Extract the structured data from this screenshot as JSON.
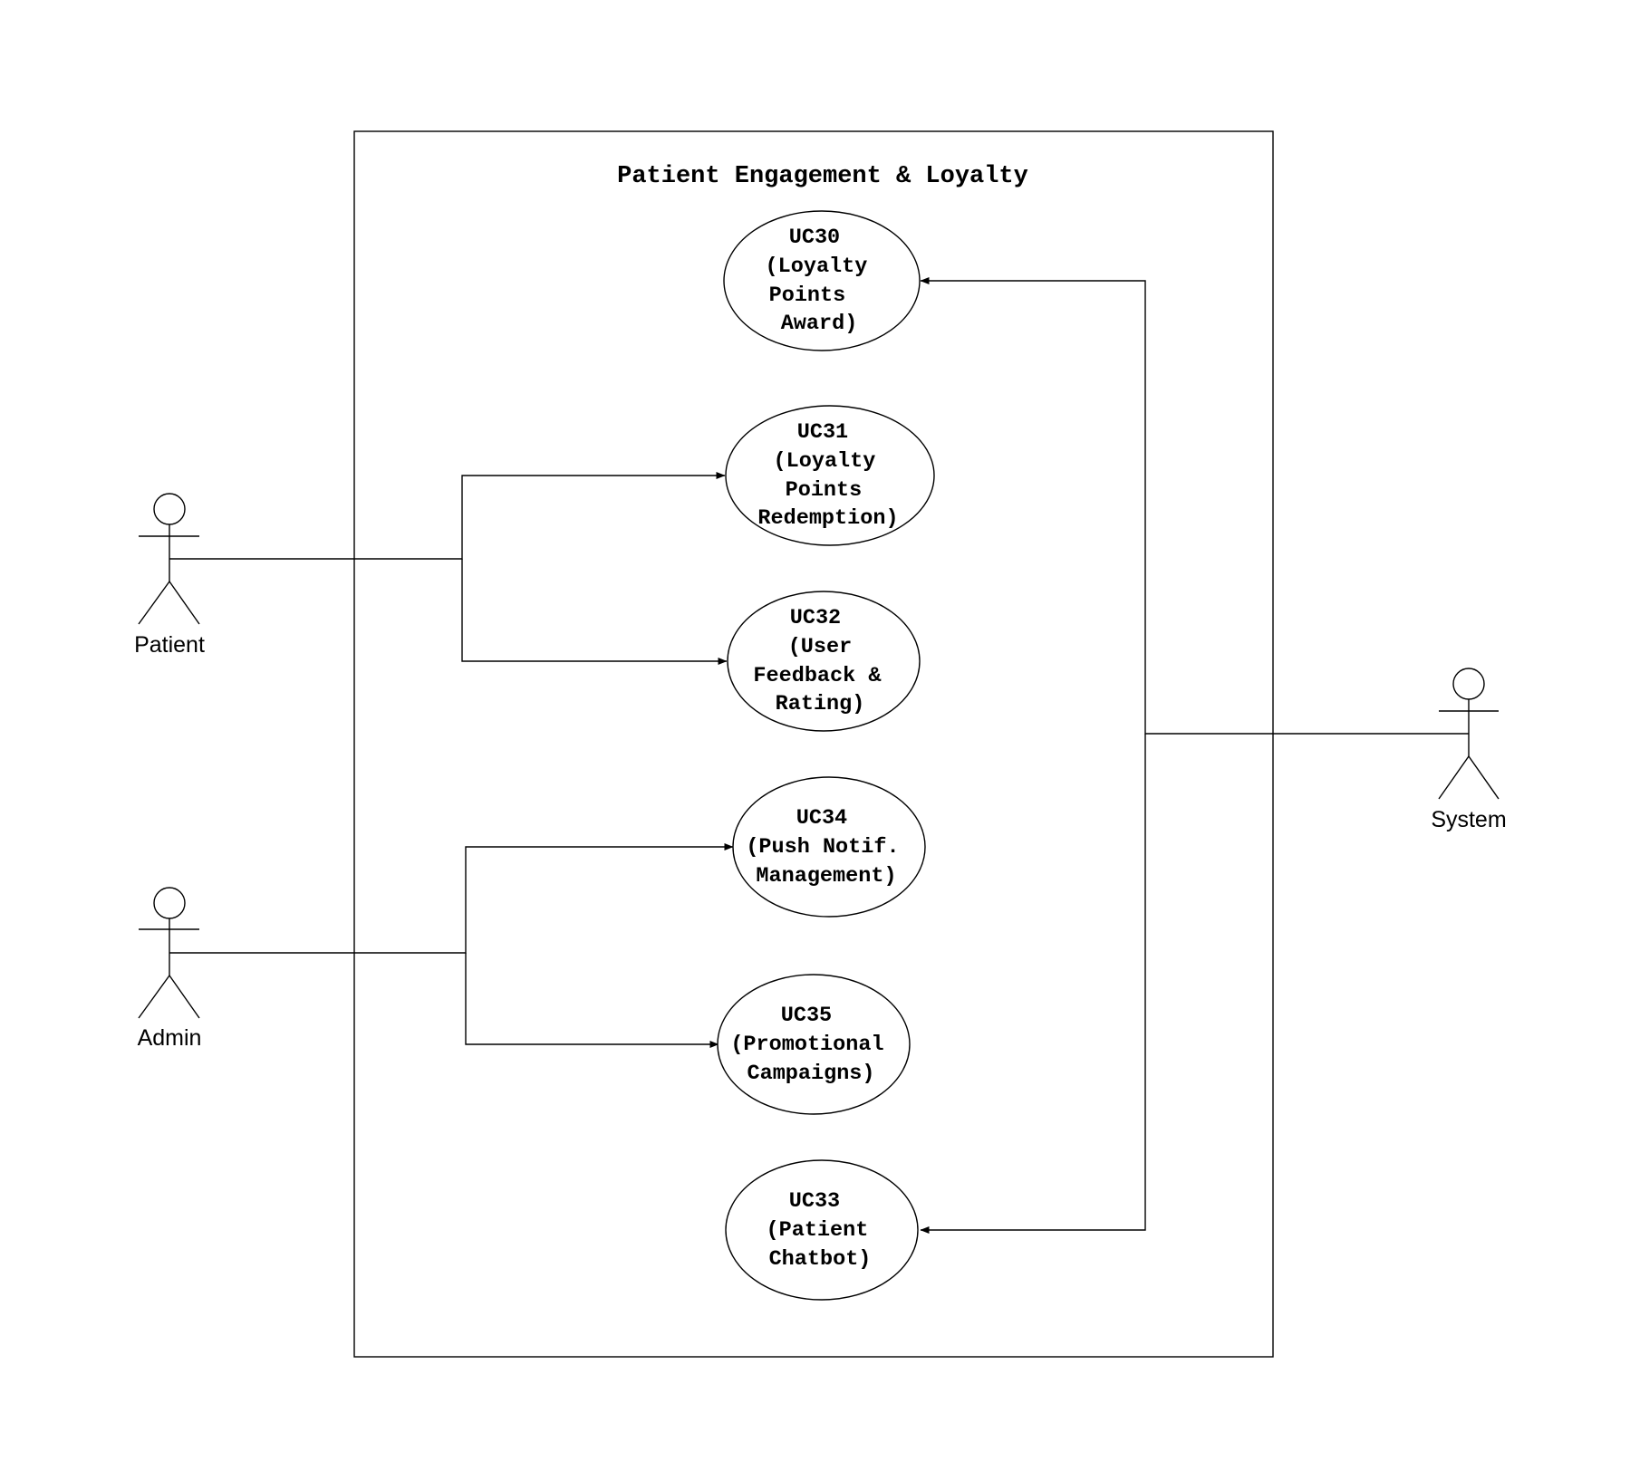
{
  "diagram": {
    "title": "Patient Engagement & Loyalty",
    "actors": [
      {
        "id": "patient",
        "label": "Patient"
      },
      {
        "id": "admin",
        "label": "Admin"
      },
      {
        "id": "system",
        "label": "System"
      }
    ],
    "use_cases": [
      {
        "id": "uc30",
        "lines": [
          "UC30",
          "(Loyalty",
          "Points",
          "Award)"
        ]
      },
      {
        "id": "uc31",
        "lines": [
          "UC31",
          "(Loyalty",
          "Points",
          "Redemption)"
        ]
      },
      {
        "id": "uc32",
        "lines": [
          "UC32",
          "(User",
          "Feedback &",
          "Rating)"
        ]
      },
      {
        "id": "uc34",
        "lines": [
          "UC34",
          "(Push Notif.",
          "Management)"
        ]
      },
      {
        "id": "uc35",
        "lines": [
          "UC35",
          "(Promotional",
          "Campaigns)"
        ]
      },
      {
        "id": "uc33",
        "lines": [
          "UC33",
          "(Patient",
          "Chatbot)"
        ]
      }
    ],
    "associations": [
      {
        "from": "patient",
        "to": "uc31"
      },
      {
        "from": "patient",
        "to": "uc32"
      },
      {
        "from": "admin",
        "to": "uc34"
      },
      {
        "from": "admin",
        "to": "uc35"
      },
      {
        "from": "system",
        "to": "uc30"
      },
      {
        "from": "system",
        "to": "uc33"
      }
    ]
  }
}
